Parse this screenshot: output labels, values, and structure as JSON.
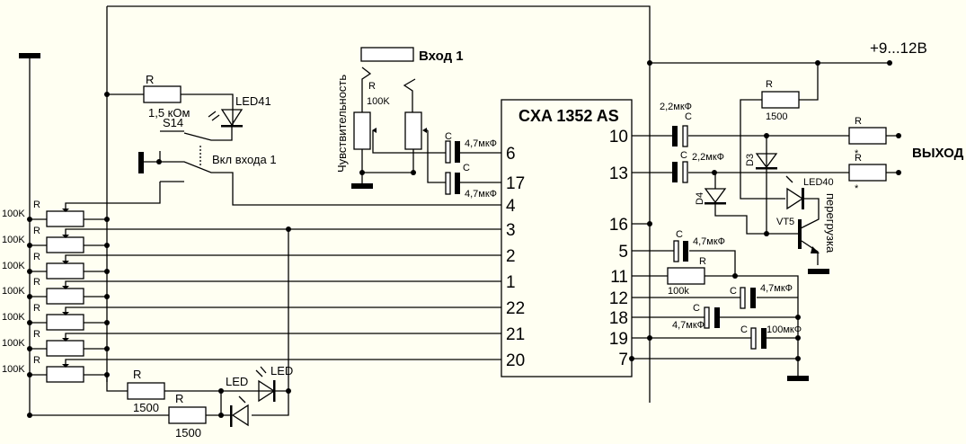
{
  "title": "CXA 1352 AS audio input/sensitivity schematic",
  "ic": {
    "name": "CXA 1352 AS",
    "left_pins": [
      "6",
      "17",
      "4",
      "3",
      "2",
      "1",
      "22",
      "21",
      "20"
    ],
    "right_pins": [
      "10",
      "13",
      "16",
      "5",
      "11",
      "12",
      "18",
      "19",
      "7"
    ]
  },
  "power": {
    "label": "+9...12В"
  },
  "output": {
    "label": "ВЫХОД"
  },
  "input": {
    "label": "Вход 1"
  },
  "sensitivity": {
    "label": "Чувствительность",
    "r_label": "R",
    "r_value": "100K"
  },
  "caps_left": [
    {
      "label": "C",
      "value": "4,7мкФ"
    },
    {
      "label": "C",
      "value": "4,7мкФ"
    }
  ],
  "switch": {
    "r_label": "R",
    "r_value": "1,5 кОм",
    "switch_name": "S14",
    "led": "LED41",
    "caption": "Вкл входа 1"
  },
  "pot_bank": {
    "items": [
      {
        "label": "R",
        "value": "100K"
      },
      {
        "label": "R",
        "value": "100K"
      },
      {
        "label": "R",
        "value": "100K"
      },
      {
        "label": "R",
        "value": "100K"
      },
      {
        "label": "R",
        "value": "100K"
      },
      {
        "label": "R",
        "value": "100K"
      },
      {
        "label": "R",
        "value": "100K"
      }
    ]
  },
  "bottom": {
    "r1": {
      "label": "R",
      "value": "1500"
    },
    "r2": {
      "label": "R",
      "value": "1500"
    },
    "led1": "LED",
    "led2": "LED"
  },
  "right": {
    "c10": {
      "label": "C",
      "value": "2,2мкФ"
    },
    "c13": {
      "label": "C",
      "value": "2,2мкФ"
    },
    "r_top": {
      "label": "R",
      "value": "1500"
    },
    "r_out1": {
      "label": "R"
    },
    "r_out2": {
      "label": "R",
      "mark": "*"
    },
    "d3": "D3",
    "d4": "D4",
    "led40": "LED40",
    "vt5": "VT5",
    "overload": "перегрузка",
    "c5": {
      "label": "C",
      "value": "4,7мкФ"
    },
    "r11": {
      "label": "R",
      "value": "100k"
    },
    "c12": {
      "label": "C",
      "value": "4,7мкФ"
    },
    "c18": {
      "label": "C",
      "value": "4,7мкФ"
    },
    "c19": {
      "label": "C",
      "value": "100мкФ"
    }
  }
}
